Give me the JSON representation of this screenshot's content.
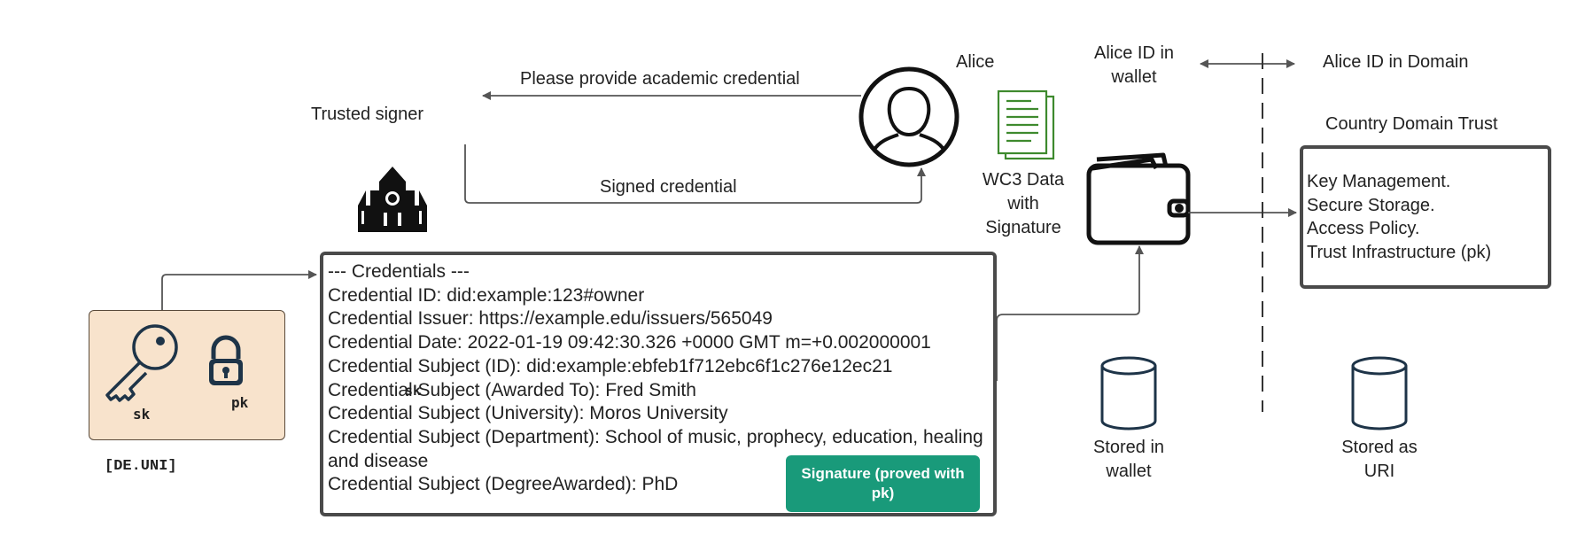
{
  "trusted_signer": {
    "label": "Trusted signer"
  },
  "alice": {
    "label": "Alice"
  },
  "request_arrow": {
    "label": "Please provide academic credential"
  },
  "signed_arrow": {
    "label": "Signed credential"
  },
  "wc3_doc": {
    "label": "WC3 Data with Signature"
  },
  "wallet_id": {
    "label": "Alice ID in wallet"
  },
  "domain_id": {
    "label": "Alice ID in Domain"
  },
  "country_trust": {
    "title": "Country Domain Trust",
    "items": [
      "Key Management.",
      "Secure Storage.",
      "Access Policy.",
      "Trust Infrastructure (pk)"
    ]
  },
  "keys": {
    "sk_label": "sk",
    "pk_label": "pk",
    "stray_label": "sk",
    "owner": "[DE.UNI]"
  },
  "credentials": {
    "lines": [
      "--- Credentials ---",
      "Credential ID: did:example:123#owner",
      "Credential Issuer: https://example.edu/issuers/565049",
      "Credential Date: 2022-01-19 09:42:30.326 +0000 GMT m=+0.002000001",
      "Credential Subject (ID): did:example:ebfeb1f712ebc6f1c276e12ec21",
      "Credential Subject (Awarded To): Fred Smith",
      "Credential Subject (University): Moros University",
      "Credential Subject (Department): School of music, prophecy, education, healing and disease",
      "Credential Subject (DegreeAwarded): PhD"
    ],
    "signature_button": "Signature (proved with pk)"
  },
  "storage": {
    "wallet": "Stored in wallet",
    "uri": "Stored as URI"
  },
  "colors": {
    "signature": "#199a7a",
    "key_box": "#f8e3cc",
    "icon_dark": "#1e3448",
    "document_green": "#3e8a2e"
  }
}
